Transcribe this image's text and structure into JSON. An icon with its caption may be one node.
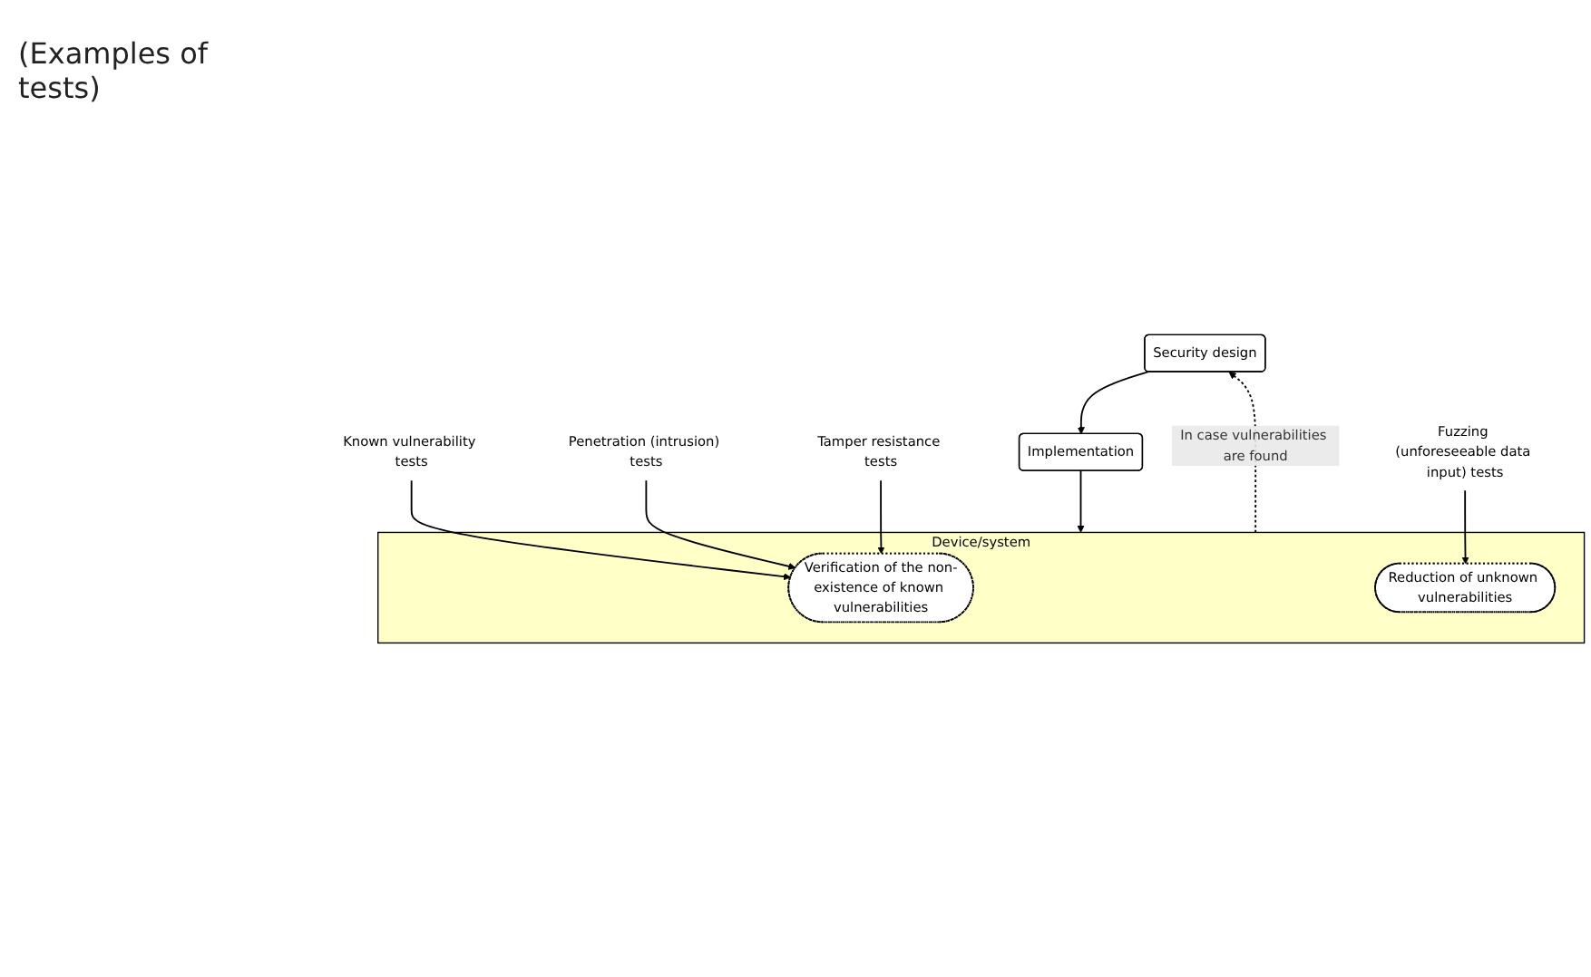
{
  "diagram": {
    "nodes": [
      {
        "text": [
          "Security design"
        ]
      },
      {
        "text": [
          "Implementation"
        ]
      },
      {
        "text": [
          "Device/system"
        ]
      },
      {
        "text": [
          "Verification of the non-existence of known vulnerabilities"
        ],
        "in": 2
      },
      {
        "text": [
          "Reduction of unknown vulnerabilities"
        ],
        "in": 2
      },
      {
        "text": [
          "Known vulnerability tests"
        ]
      },
      {
        "text": [
          "Penetration (intrusion) tests"
        ]
      },
      {
        "text": [
          "Tamper resistance tests"
        ]
      },
      {
        "text": [
          "Fuzzing (unforeseeable data input) tests"
        ]
      }
    ],
    "edges": [
      {
        "from": 0,
        "to": 1,
        "arrow": "to"
      },
      {
        "from": 1,
        "to": 2,
        "arrow": "to"
      },
      {
        "from": 5,
        "to": 3,
        "arrow": "to"
      },
      {
        "from": 6,
        "to": 3,
        "arrow": "to"
      },
      {
        "from": 7,
        "to": 3,
        "arrow": "to"
      },
      {
        "from": 8,
        "to": 4,
        "arrow": "to"
      },
      {
        "from": 2,
        "to": 0,
        "arrow": "to",
        "style": "dashed",
        "label": "In case vulnerabilities are found"
      }
    ],
    "labels": [
      "(Examples of tests)"
    ]
  }
}
